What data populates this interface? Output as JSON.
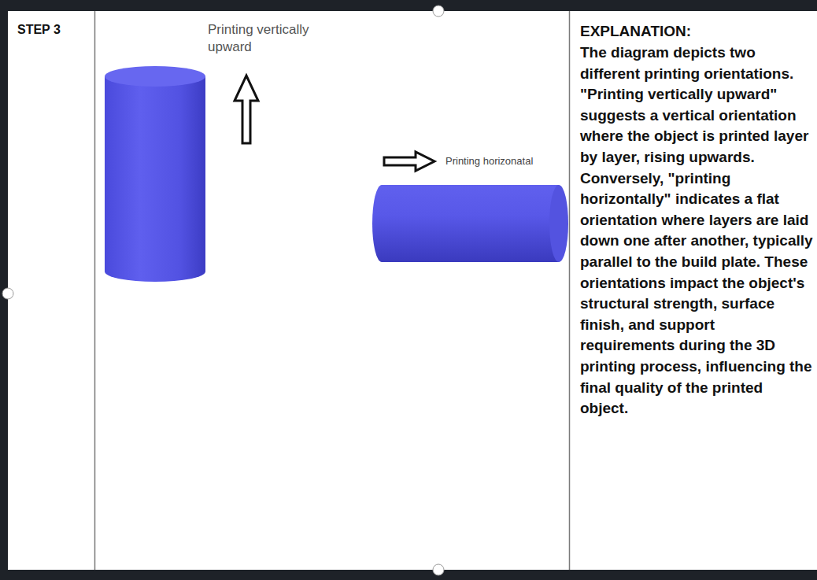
{
  "diagram": {
    "labels": [
      "STEP 3",
      "Printing vertically upward",
      "Printing horizonatal",
      "EXPLANATION:",
      "The diagram depicts two different printing orientations. \"Printing vertically upward\" suggests a vertical orientation where the object is printed layer by layer, rising upwards. Conversely, \"printing horizontally\" indicates a flat orientation where layers are laid down one after another, typically parallel to the build plate. These orientations impact the object's structural strength, surface finish, and support requirements during the 3D printing process, influencing the final quality of the printed object."
    ]
  }
}
